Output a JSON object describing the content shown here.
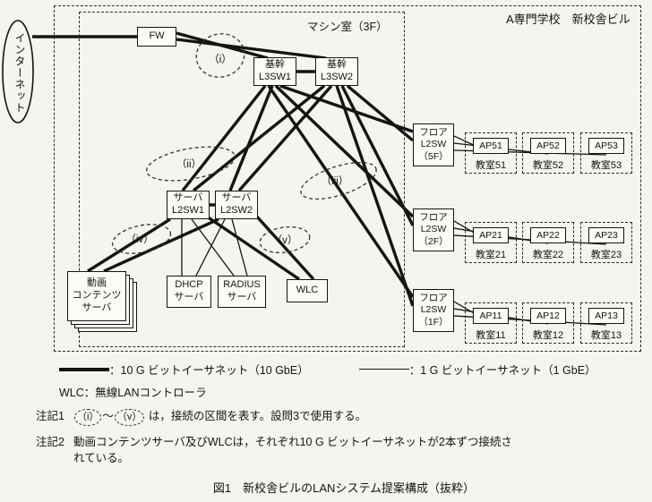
{
  "titles": {
    "building": "A専門学校　新校舎ビル",
    "machine_room": "マシン室（3F）",
    "caption": "図1　新校舎ビルのLANシステム提案構成（抜粋）"
  },
  "nodes": {
    "internet": "インターネット",
    "fw": "FW",
    "core1": [
      "基幹",
      "L3SW1"
    ],
    "core2": [
      "基幹",
      "L3SW2"
    ],
    "srv1": [
      "サーバ",
      "L2SW1"
    ],
    "srv2": [
      "サーバ",
      "L2SW2"
    ],
    "video": [
      "動画",
      "コンテンツ",
      "サーバ"
    ],
    "dhcp": [
      "DHCP",
      "サーバ"
    ],
    "radius": [
      "RADIUS",
      "サーバ"
    ],
    "wlc": "WLC",
    "floor5": [
      "フロア",
      "L2SW",
      "（5F）"
    ],
    "floor2": [
      "フロア",
      "L2SW",
      "（2F）"
    ],
    "floor1": [
      "フロア",
      "L2SW",
      "（1F）"
    ]
  },
  "sections": {
    "s1": "（i）",
    "s2": "（ii）",
    "s3": "（iii）",
    "s4": "（iv）",
    "s5": "（v）"
  },
  "classrooms": [
    {
      "ap": "AP51",
      "room": "教室51"
    },
    {
      "ap": "AP52",
      "room": "教室52"
    },
    {
      "ap": "AP53",
      "room": "教室53"
    },
    {
      "ap": "AP21",
      "room": "教室21"
    },
    {
      "ap": "AP22",
      "room": "教室22"
    },
    {
      "ap": "AP23",
      "room": "教室23"
    },
    {
      "ap": "AP11",
      "room": "教室11"
    },
    {
      "ap": "AP12",
      "room": "教室12"
    },
    {
      "ap": "AP13",
      "room": "教室13"
    }
  ],
  "legend": {
    "thick": "：10 G ビットイーサネット（10 GbE）",
    "thin": "：1 G ビットイーサネット（1 GbE）",
    "wlc": "WLC：無線LANコントローラ"
  },
  "notes": {
    "note1": {
      "label": "注記1",
      "ref1": "（i）",
      "tilde": "～",
      "ref2": "（v）",
      "text": "は，接続の区間を表す。設問3で使用する。"
    },
    "note2": {
      "label": "注記2",
      "line1": "動画コンテンツサーバ及びWLCは，それぞれ10 G ビットイーサネットが2本ずつ接続さ",
      "line2": "れている。"
    }
  }
}
